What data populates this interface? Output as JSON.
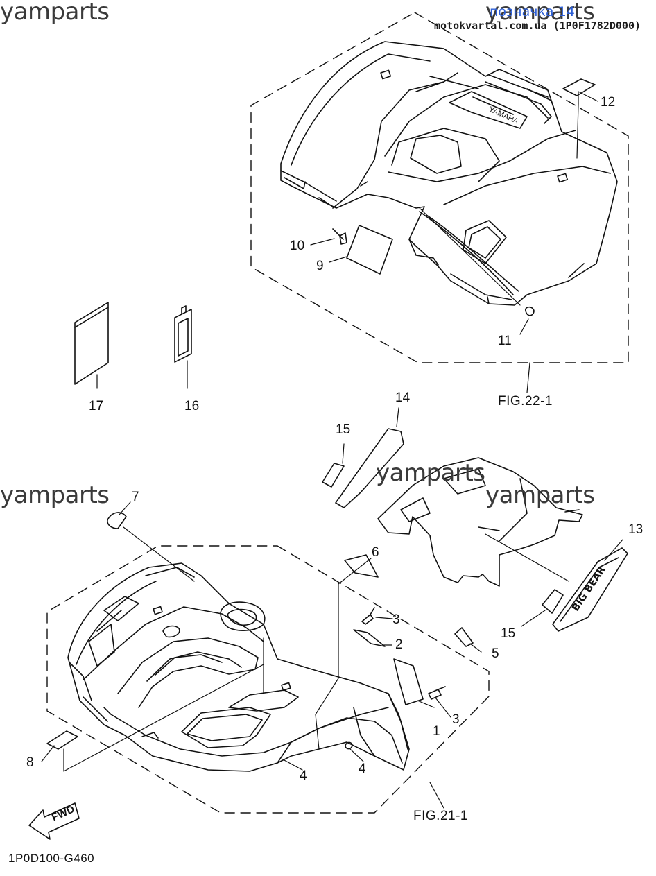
{
  "watermarks": [
    "yamparts",
    "yamparts",
    "yamparts",
    "yamparts",
    "yamparts"
  ],
  "header": {
    "link_text": "позначка 14",
    "source_text": "motokvartal.com.ua (1P0F1782D000)"
  },
  "callouts": [
    "1",
    "2",
    "3",
    "3",
    "4",
    "4",
    "5",
    "6",
    "7",
    "8",
    "9",
    "10",
    "11",
    "12",
    "13",
    "14",
    "15",
    "15",
    "16",
    "17"
  ],
  "figure_refs": [
    "FIG.22-1",
    "FIG.21-1"
  ],
  "fwd_label": "FWD",
  "diagram_code": "1P0D100-G460",
  "colors": {
    "line": "#111111",
    "link": "#2d5fd6",
    "watermark": "#3a3a3a"
  }
}
